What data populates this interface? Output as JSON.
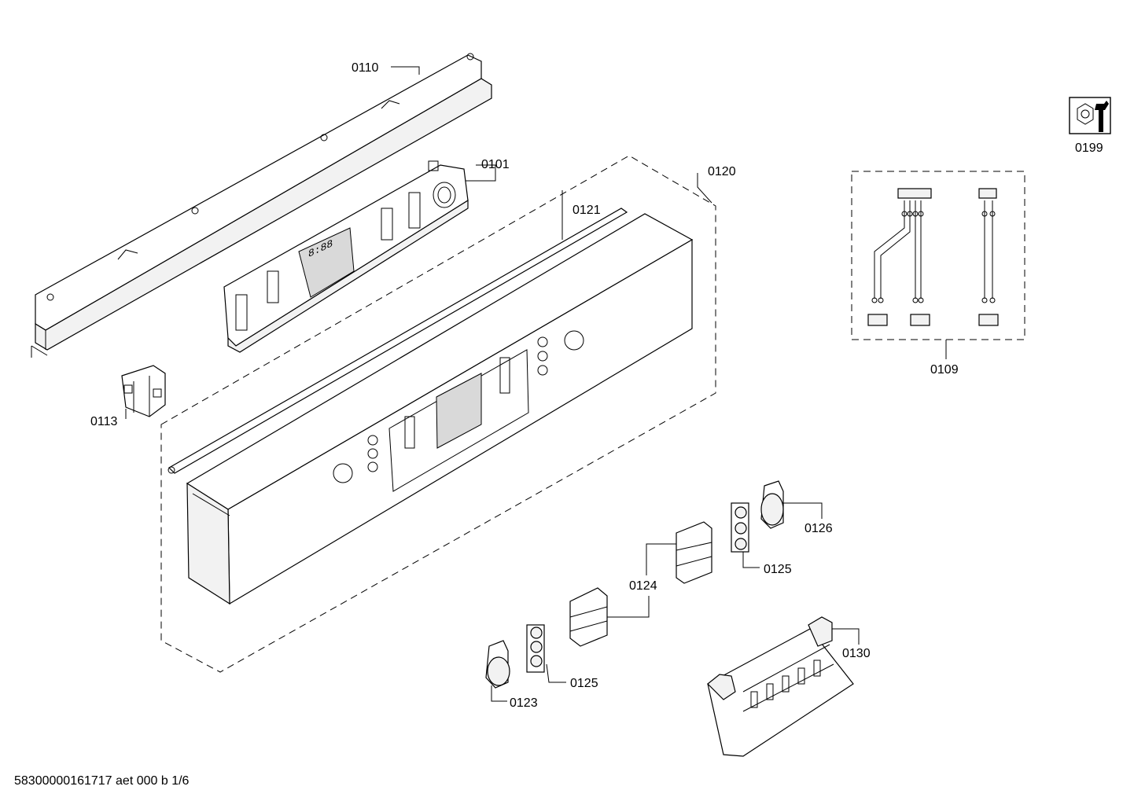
{
  "parts": {
    "p0110": "0110",
    "p0101": "0101",
    "p0120": "0120",
    "p0121": "0121",
    "p0113": "0113",
    "p0199": "0199",
    "p0109": "0109",
    "p0126": "0126",
    "p0125a": "0125",
    "p0124": "0124",
    "p0125b": "0125",
    "p0123": "0123",
    "p0130": "0130"
  },
  "display_digits": "8:88",
  "footer": "58300000161717 aet 000 b 1/6",
  "icons": {
    "service": "nut-wrench-icon"
  },
  "colors": {
    "line": "#000000",
    "shade": "#f2f2f2",
    "background": "#ffffff"
  }
}
